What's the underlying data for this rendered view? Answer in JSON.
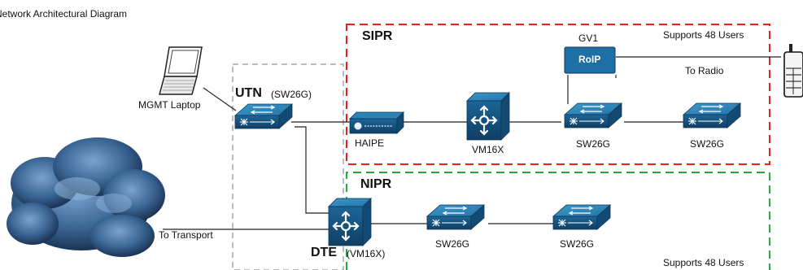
{
  "title": "Network Architectural Diagram",
  "zones": {
    "sipr": {
      "label": "SIPR",
      "users": "Supports 48 Users",
      "color": "#e8221b"
    },
    "nipr": {
      "label": "NIPR",
      "users": "Supports 48 Users",
      "color": "#1faa3b"
    },
    "utn_zone": {
      "color": "#a6a6a6"
    }
  },
  "devices": {
    "mgmt_laptop": "MGMT Laptop",
    "utn": {
      "name": "UTN",
      "model": "(SW26G)"
    },
    "haipe": "HAIPE",
    "vm16x_sipr": "VM16X",
    "sw26g_sipr_1": "SW26G",
    "sw26g_sipr_2": "SW26G",
    "gv1": "GV1",
    "roip": "RoIP",
    "dte": {
      "name": "DTE",
      "model": "(VM16X)"
    },
    "sw26g_nipr_1": "SW26G",
    "sw26g_nipr_2": "SW26G"
  },
  "links": {
    "to_radio": "To Radio",
    "to_transport": "To Transport"
  },
  "colors": {
    "device_fill": "#1b5f8e",
    "device_top": "#2f86bb",
    "cloud_dark": "#1e3d66",
    "cloud_light": "#6f98c4",
    "wire": "#222222"
  }
}
